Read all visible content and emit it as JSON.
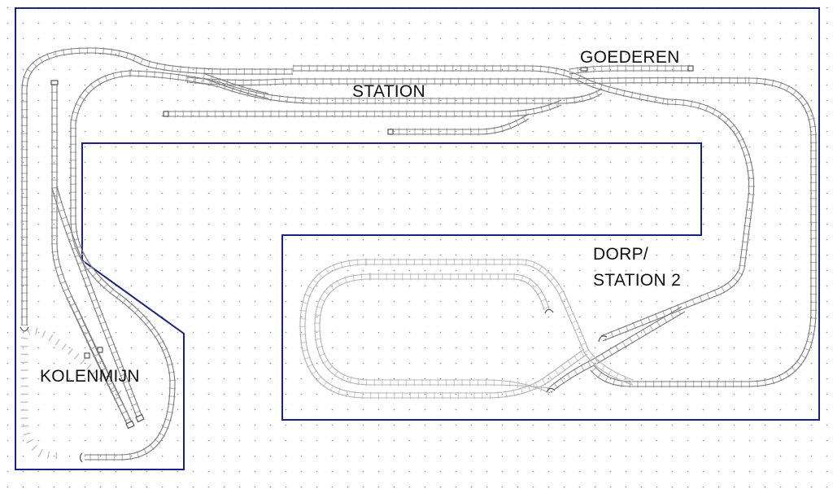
{
  "labels": {
    "goederen": "GOEDEREN",
    "station": "STATION",
    "dorp_line1": "DORP/",
    "dorp_line2": "STATION 2",
    "kolenmijn": "KOLENMIJN"
  },
  "colors": {
    "background": "#ffffff",
    "grid_dot": "#8a8a8a",
    "board_outline": "#1a237e",
    "track_rail": "#7a7a7a",
    "track_rail_light": "#b4b4b4",
    "track_sleeper": "#bdbdbd"
  }
}
